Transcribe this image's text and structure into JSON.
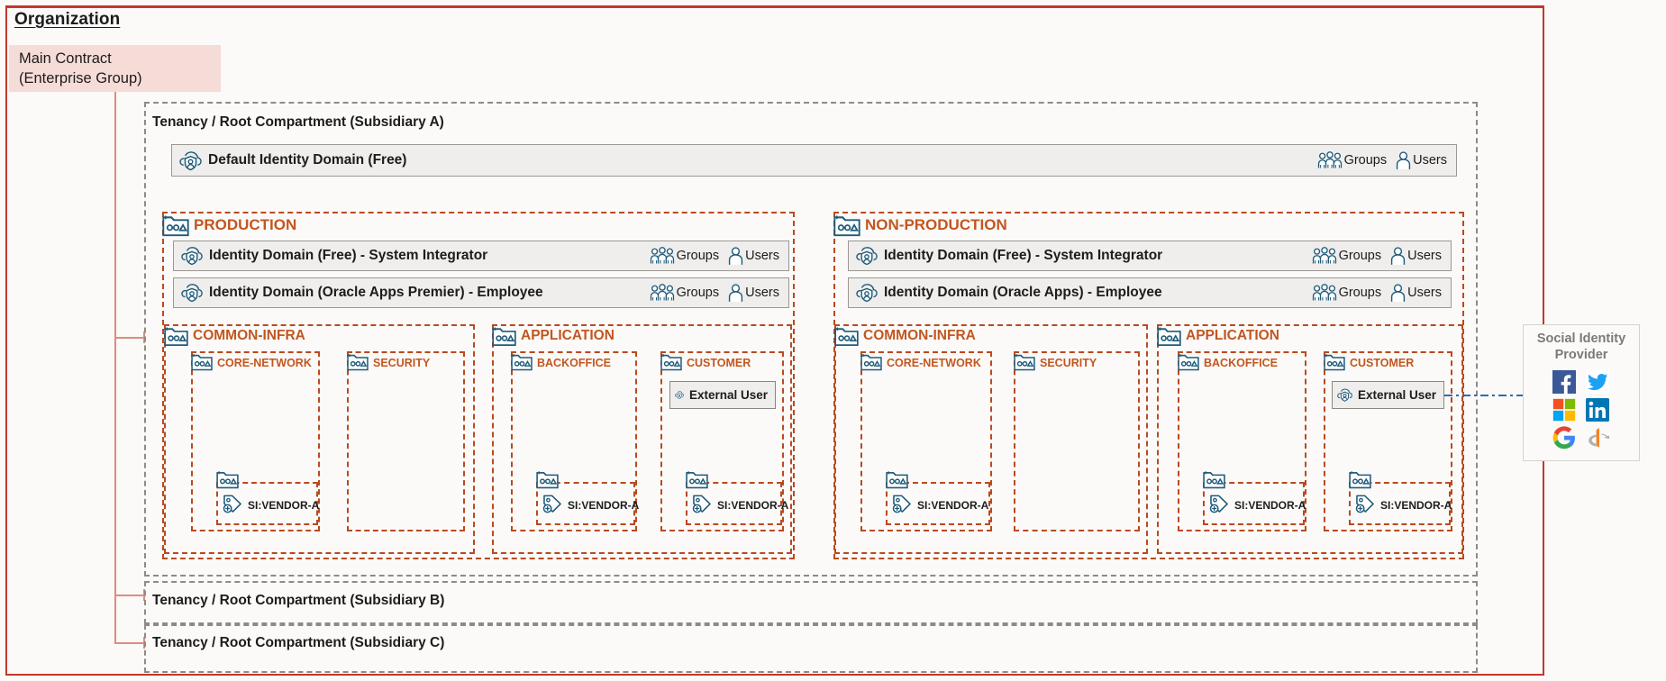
{
  "organization": {
    "title": "Organization",
    "frame_color": "#c0392b",
    "main_contract": {
      "line1": "Main Contract",
      "line2": "(Enterprise Group)",
      "bg_color": "#f6dcd7"
    }
  },
  "tenancies": [
    {
      "label": "Tenancy / Root Compartment (Subsidiary A)"
    },
    {
      "label": "Tenancy / Root Compartment (Subsidiary B)"
    },
    {
      "label": "Tenancy / Root Compartment (Subsidiary C)"
    }
  ],
  "labels": {
    "groups": "Groups",
    "users": "Users",
    "external_user": "External User",
    "si_vendor": "SI:VENDOR-A"
  },
  "identity_domains": {
    "default": "Default Identity Domain (Free)",
    "production": [
      "Identity Domain (Free) - System Integrator",
      "Identity Domain (Oracle Apps Premier) - Employee"
    ],
    "nonproduction": [
      "Identity Domain (Free) - System Integrator",
      "Identity Domain (Oracle Apps) - Employee"
    ]
  },
  "compartments": {
    "production": {
      "name": "PRODUCTION",
      "children": [
        {
          "name": "COMMON-INFRA",
          "children": [
            {
              "name": "CORE-NETWORK",
              "si": "SI:VENDOR-A"
            },
            {
              "name": "SECURITY",
              "si": null
            }
          ]
        },
        {
          "name": "APPLICATION",
          "children": [
            {
              "name": "BACKOFFICE",
              "si": "SI:VENDOR-A"
            },
            {
              "name": "CUSTOMER",
              "si": "SI:VENDOR-A",
              "external_user": "External User"
            }
          ]
        }
      ]
    },
    "nonproduction": {
      "name": "NON-PRODUCTION",
      "children": [
        {
          "name": "COMMON-INFRA",
          "children": [
            {
              "name": "CORE-NETWORK",
              "si": "SI:VENDOR-A"
            },
            {
              "name": "SECURITY",
              "si": null
            }
          ]
        },
        {
          "name": "APPLICATION",
          "children": [
            {
              "name": "BACKOFFICE",
              "si": "SI:VENDOR-A"
            },
            {
              "name": "CUSTOMER",
              "si": "SI:VENDOR-A",
              "external_user": "External User"
            }
          ]
        }
      ]
    }
  },
  "social_identity_provider": {
    "title_line1": "Social Identity",
    "title_line2": "Provider",
    "providers": [
      "facebook",
      "twitter",
      "microsoft",
      "linkedin",
      "google",
      "openid"
    ]
  },
  "colors": {
    "compartment_border": "#b94a20",
    "compartment_text": "#c2561f",
    "tenancy_border": "#8e8b86",
    "icon_blue": "#1f5b7a",
    "connector": "#e08b7e",
    "social_line": "#2e6bb0"
  }
}
